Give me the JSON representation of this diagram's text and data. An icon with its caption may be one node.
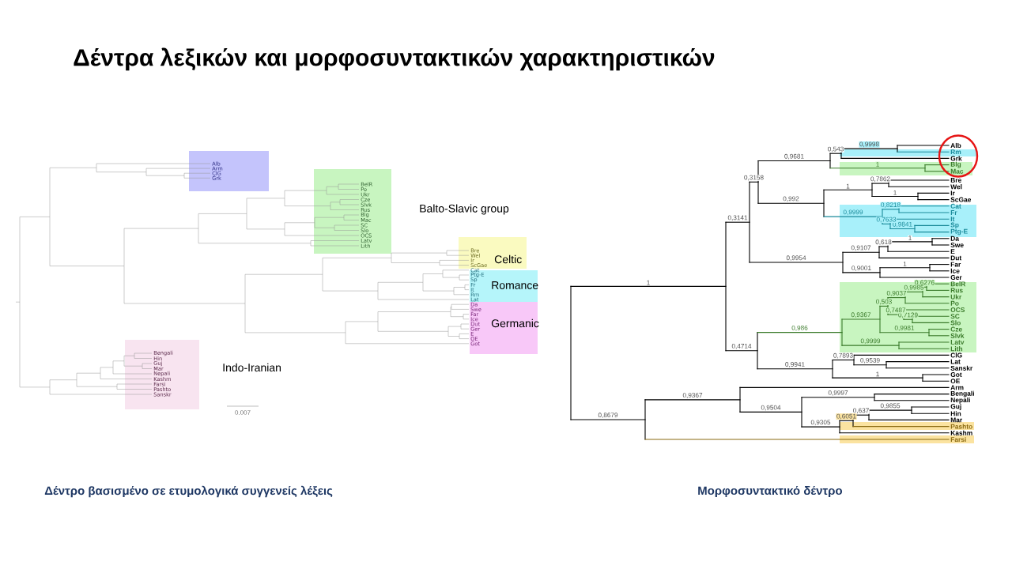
{
  "diagram": {
    "title": "Δέντρα λεξικών και μορφοσυντακτικών χαρακτηριστικών",
    "labels": [
      "Alb",
      "Arm",
      "ClG",
      "Grk",
      "BelR",
      "Po",
      "Ukr",
      "Cze",
      "Slvk",
      "Rus",
      "Blg",
      "Mac",
      "SC",
      "Slo",
      "OCS",
      "Latv",
      "Lith",
      "Bre",
      "Wel",
      "Ir",
      "ScGae",
      "Cat",
      "Ptg-E",
      "Sp",
      "Fr",
      "It",
      "Rm",
      "Lat",
      "Da",
      "Swe",
      "Far",
      "Ice",
      "Dut",
      "Ger",
      "E",
      "OE",
      "Got",
      "Bengali",
      "Hin",
      "Guj",
      "Mar",
      "Nepali",
      "Kashm",
      "Farsi",
      "Pashto",
      "Sanskr",
      "Balto-Slavic group",
      "Celtic",
      "Romance",
      "Germanic",
      "Indo-Iranian",
      "0.007",
      "Δέντρο βασισμένο σε ετυμολογικά συγγενείς λέξεις",
      "Alb",
      "Rm",
      "Grk",
      "Blg",
      "Mac",
      "Bre",
      "Wel",
      "Ir",
      "ScGae",
      "Cat",
      "Fr",
      "It",
      "Sp",
      "Ptg-E",
      "Da",
      "Swe",
      "E",
      "Dut",
      "Far",
      "Ice",
      "Ger",
      "BelR",
      "Rus",
      "Ukr",
      "Po",
      "OCS",
      "SC",
      "Slo",
      "Cze",
      "Slvk",
      "Latv",
      "Lith",
      "ClG",
      "Lat",
      "Sanskr",
      "Got",
      "OE",
      "Arm",
      "Bengali",
      "Nepali",
      "Guj",
      "Hin",
      "Mar",
      "Pashto",
      "Kashm",
      "Farsi",
      "1",
      "0,3141",
      "0,3158",
      "0,9681",
      "0,543",
      "0,9998",
      "1",
      "0,992",
      "1",
      "0,7862",
      "1",
      "0,9999",
      "0,8218",
      "0,7633",
      "0,9841",
      "0,9954",
      "0,9107",
      "0,618",
      "1",
      "0,9001",
      "1",
      "0,4714",
      "0,986",
      "0,9367",
      "0,503",
      "0,9037",
      "0,9985",
      "0,6276",
      "0,7487",
      "0,7129",
      "0,9981",
      "0,9999",
      "0,9941",
      "0,7893",
      "0,9539",
      "1",
      "0,8679",
      "0,9367",
      "0,9504",
      "0,9997",
      "0,9305",
      "0,6051",
      "0,637",
      "0,9855",
      "Μορφοσυντακτικό δέντρο"
    ]
  }
}
